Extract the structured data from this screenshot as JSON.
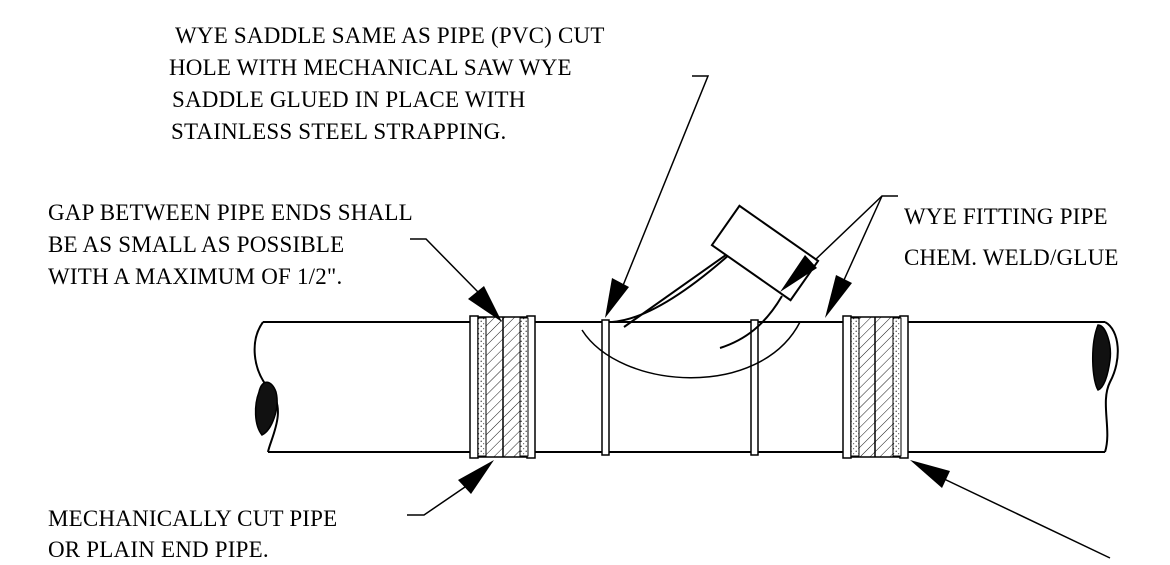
{
  "notes": {
    "saddle": [
      "WYE SADDLE SAME AS PIPE (PVC) CUT",
      "HOLE WITH MECHANICAL SAW WYE",
      "SADDLE GLUED IN PLACE WITH",
      "STAINLESS STEEL STRAPPING."
    ],
    "fitting": [
      "WYE FITTING PIPE",
      "CHEM. WELD/GLUE"
    ],
    "gap": [
      "GAP BETWEEN PIPE ENDS SHALL",
      "BE AS SMALL AS POSSIBLE",
      "WITH A MAXIMUM OF 1/2\"."
    ],
    "cut": [
      "MECHANICALLY CUT PIPE",
      "OR PLAIN END PIPE."
    ]
  },
  "colors": {
    "line": "#000000",
    "background": "#ffffff"
  }
}
